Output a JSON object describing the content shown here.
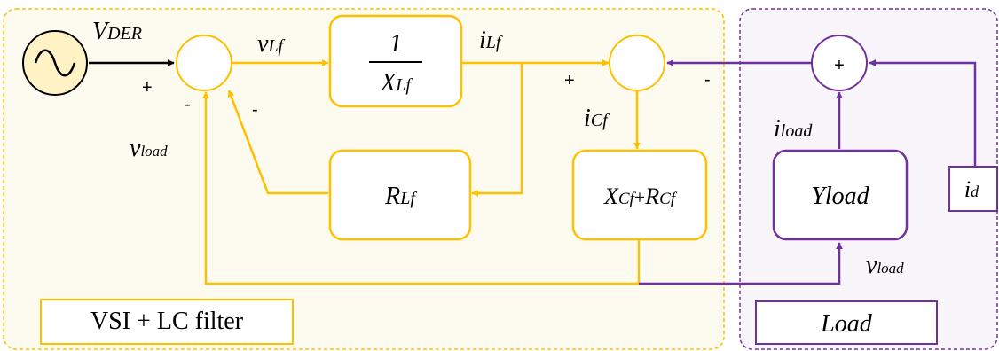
{
  "colors": {
    "filter_accent": "#FFC000",
    "filter_bg": "#FDFAF0",
    "load_accent": "#7030A0",
    "load_bg": "#F8F5FB",
    "source_fill": "#FFF3C6"
  },
  "regions": {
    "filter_title": "VSI + LC filter",
    "load_title": "Load"
  },
  "source": {
    "label_main": "V",
    "label_sub": "DER",
    "plus_sign": "+"
  },
  "sum1": {
    "minus_rlf": "-",
    "minus_vload": "-"
  },
  "wires": {
    "vlf_main": "v",
    "vlf_sub": "Lf",
    "ilf_main": "i",
    "ilf_sub": "Lf",
    "icf_main": "i",
    "icf_sub": "Cf",
    "iload_main": "i",
    "iload_sub": "load",
    "vload_left_main": "v",
    "vload_left_sub": "load",
    "vload_right_main": "v",
    "vload_right_sub": "load"
  },
  "blocks": {
    "inv_xlf": {
      "numerator": "1",
      "den_main": "X",
      "den_sub": "Lf"
    },
    "rlf": {
      "main": "R",
      "sub": "Lf"
    },
    "xcf_rcf": {
      "x_main": "X",
      "x_sub": "Cf",
      "plus": "+",
      "r_main": "R",
      "r_sub": "Cf"
    },
    "yload": {
      "text": "Yload"
    },
    "id": {
      "main": "i",
      "sub": "d"
    }
  },
  "sum2": {
    "plus_ilf": "+",
    "minus_load": "-"
  },
  "sum3": {
    "plus_symbol": "+"
  }
}
